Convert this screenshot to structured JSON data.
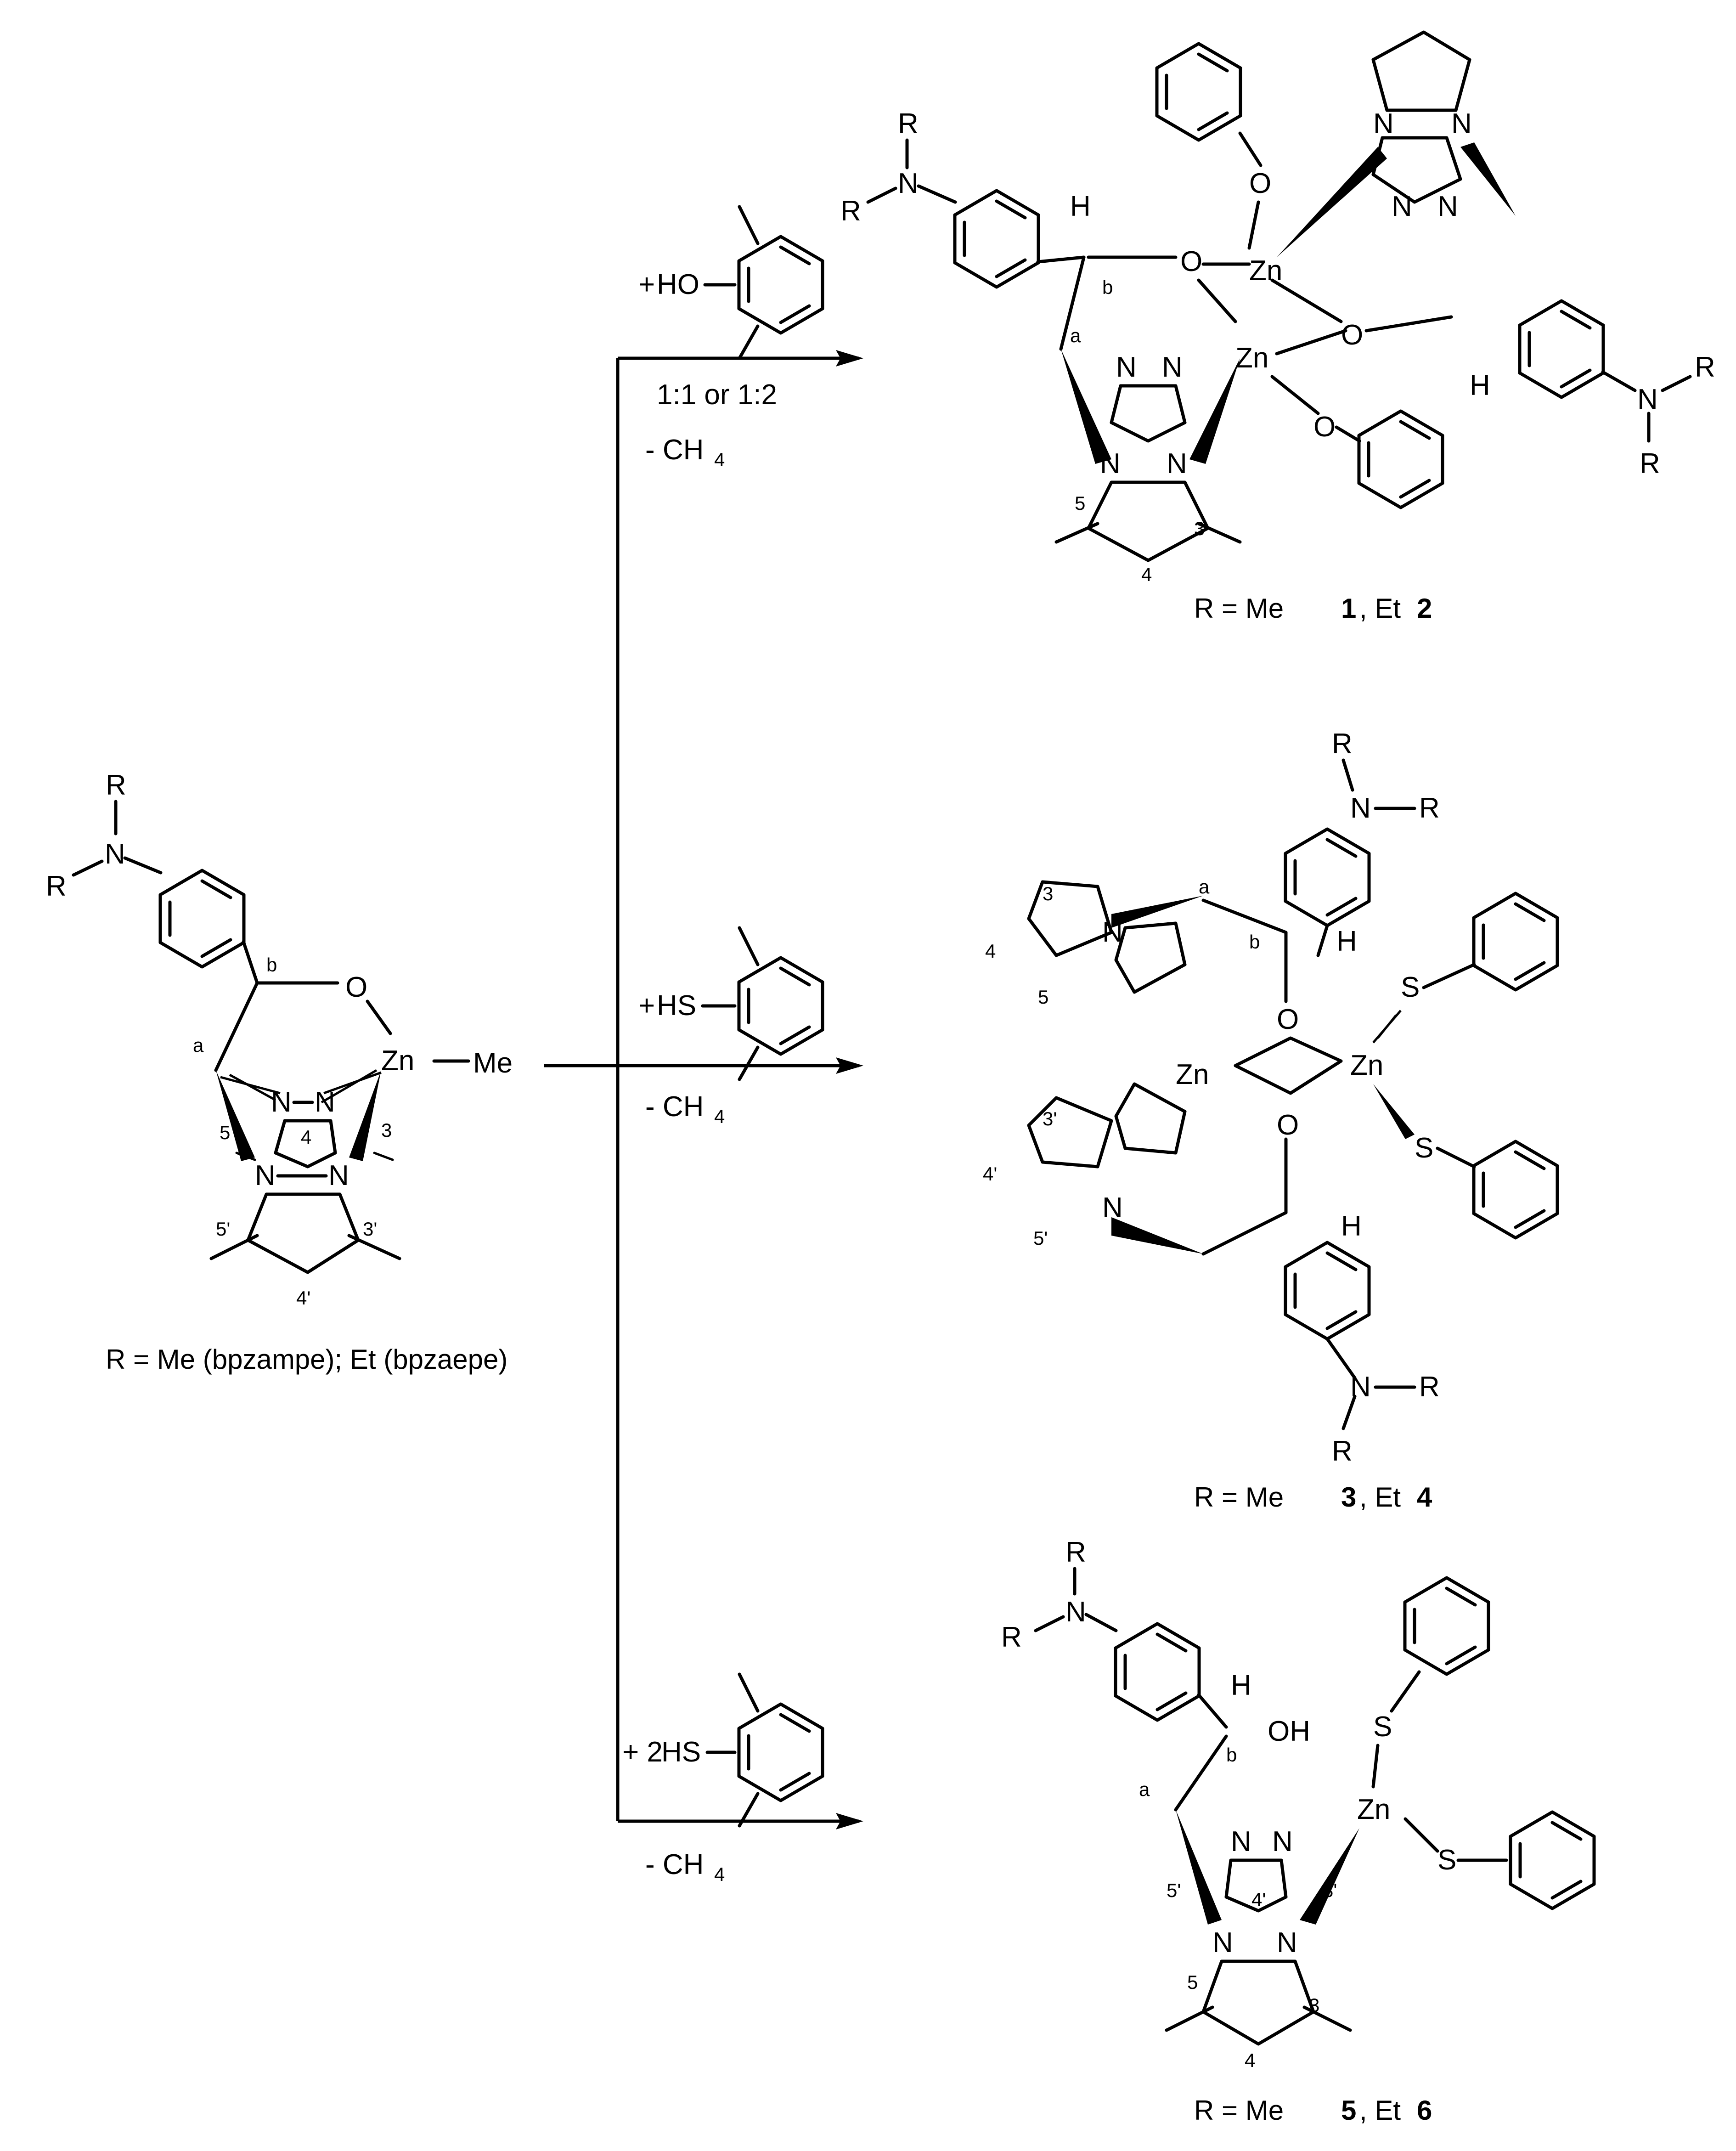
{
  "reactant": {
    "caption": "R = Me (bpzampe); Et (bpzaepe)",
    "atoms": {
      "R": "R",
      "N": "N",
      "O": "O",
      "Zn": "Zn",
      "Me": "Me",
      "a": "a",
      "b": "b",
      "pos5": "5",
      "pos4": "4",
      "pos3": "3",
      "pos5p": "5'",
      "pos4p": "4'",
      "pos3p": "3'"
    }
  },
  "reagents": {
    "phenol": {
      "prefix": "+",
      "group": "HO"
    },
    "thiol1": {
      "prefix": "+",
      "group": "HS"
    },
    "thiol2": {
      "prefix": "+ 2",
      "group": "HS"
    }
  },
  "conditions": {
    "ratio": "1:1 or 1:2",
    "byproduct_main": "- CH",
    "byproduct_sub": "4"
  },
  "products": {
    "p12": {
      "caption_prefix": "R = Me ",
      "num1": "1",
      "caption_mid": ", Et ",
      "num2": "2"
    },
    "p34": {
      "caption_prefix": "R = Me ",
      "num1": "3",
      "caption_mid": ", Et ",
      "num2": "4"
    },
    "p56": {
      "caption_prefix": "R = Me ",
      "num1": "5",
      "caption_mid": ", Et ",
      "num2": "6"
    }
  },
  "labels": {
    "H": "H",
    "OH": "OH",
    "S": "S",
    "N": "N",
    "O": "O",
    "Zn": "Zn",
    "R": "R"
  }
}
